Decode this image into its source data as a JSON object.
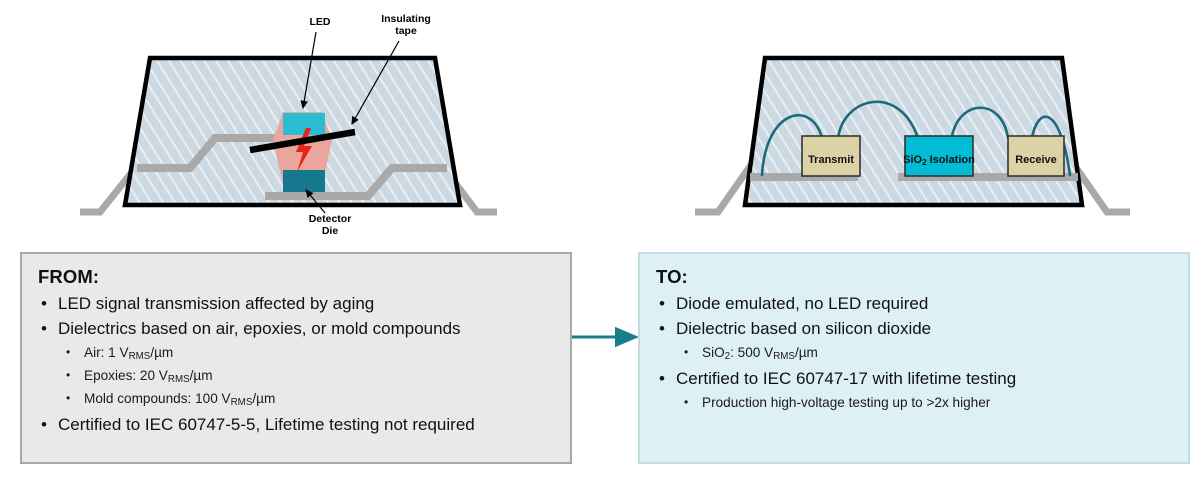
{
  "colors": {
    "package_fill": "#ccd9e2",
    "package_hatch": "#e8eef3",
    "package_outline": "#000000",
    "lead_gray": "#a9a9a9",
    "led_cyan": "#2bbcd4",
    "detector_teal": "#15788f",
    "optical_pink": "#eaa69d",
    "bolt_red": "#e8231a",
    "tape_black": "#000000",
    "die_tan": "#ddd2a5",
    "sio2_cyan": "#00bcd4",
    "bondwire_teal": "#1d6a7c",
    "arrow_teal": "#1b7c8c",
    "from_box_bg": "#e9e9e9",
    "from_box_border": "#a8a8a8",
    "to_box_bg": "#ddf0f6",
    "to_box_border": "#c3dbe2"
  },
  "left_diagram": {
    "name": "optocoupler-package-cross-section",
    "callouts": [
      {
        "id": "led",
        "label": "LED"
      },
      {
        "id": "insulating-tape",
        "line1": "Insulating",
        "line2": "tape"
      },
      {
        "id": "detector-die",
        "line1": "Detector",
        "line2": "Die"
      }
    ]
  },
  "right_diagram": {
    "name": "digital-isolator-package-cross-section",
    "dies": [
      {
        "id": "transmit",
        "label": "Transmit"
      },
      {
        "id": "sio2-isolation",
        "label_pre": "SiO",
        "label_sub": "2",
        "label_post": " Isolation"
      },
      {
        "id": "receive",
        "label": "Receive"
      }
    ]
  },
  "from_box": {
    "title": "FROM:",
    "bullet_char": "•",
    "items": [
      {
        "text": "LED signal transmission affected by aging",
        "subitems": []
      },
      {
        "text": "Dielectrics based on air, epoxies, or mold compounds",
        "subitems": [
          {
            "pre": "Air: 1 V",
            "sub": "RMS",
            "post": "/µm"
          },
          {
            "pre": "Epoxies: 20 V",
            "sub": "RMS",
            "post": "/µm"
          },
          {
            "pre": "Mold compounds: 100 V",
            "sub": "RMS",
            "post": "/µm"
          }
        ]
      },
      {
        "text": "Certified to IEC 60747-5-5, Lifetime testing not required",
        "subitems": []
      }
    ]
  },
  "to_box": {
    "title": "TO:",
    "bullet_char": "•",
    "items": [
      {
        "text": "Diode emulated, no LED required",
        "subitems": []
      },
      {
        "text": "Dielectric based on silicon dioxide",
        "subitems": [
          {
            "pre": "SiO",
            "sub2": "2",
            "mid": ": 500 V",
            "sub": "RMS",
            "post": "/µm"
          }
        ]
      },
      {
        "text": "Certified to IEC 60747-17 with lifetime testing",
        "subitems": [
          {
            "plain": "Production high-voltage testing up to >2x higher"
          }
        ]
      }
    ]
  },
  "center_arrow": {
    "name": "transition-arrow",
    "direction": "right"
  }
}
